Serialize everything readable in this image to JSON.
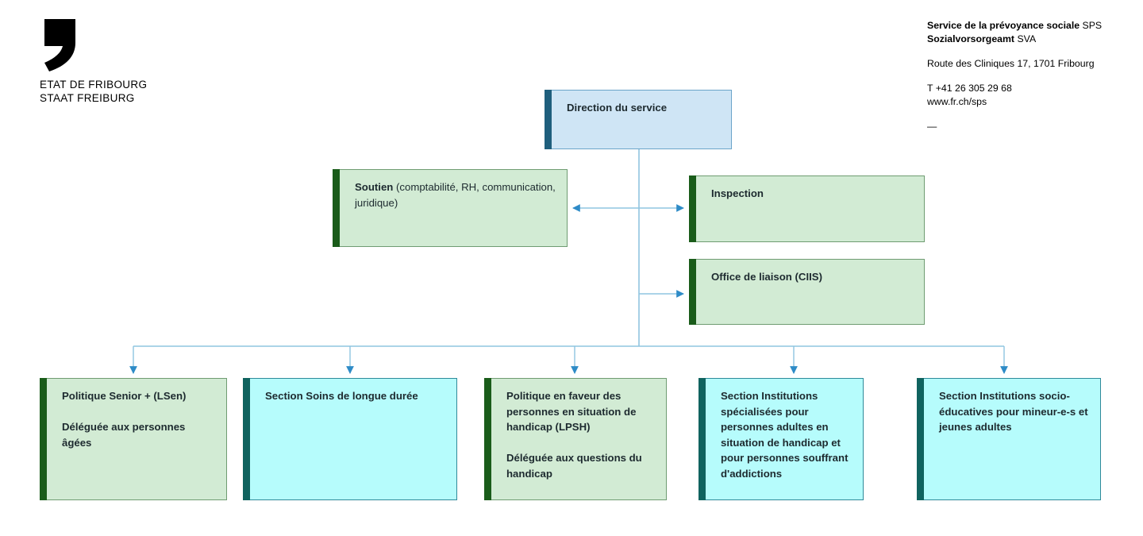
{
  "logo": {
    "mark": "comma-mark-icon",
    "line1": "ETAT DE FRIBOURG",
    "line2": "STAAT FREIBURG"
  },
  "header": {
    "service_fr_bold": "Service de la prévoyance sociale",
    "service_fr_abbr": " SPS",
    "service_de_bold": "Sozialvorsorgeamt",
    "service_de_abbr": " SVA",
    "address": "Route des Cliniques 17, 1701 Fribourg",
    "phone": "T +41 26 305 29 68",
    "website": "www.fr.ch/sps",
    "rule": "—"
  },
  "colors": {
    "blue_fill": "#cfe5f5",
    "blue_bar": "#1f5f7d",
    "blue_border": "#6ba4c9",
    "green_fill": "#d2ebd4",
    "green_bar": "#1a5c1a",
    "green_border": "#6f9c72",
    "cyan_fill": "#b6fcfc",
    "cyan_bar": "#10635f",
    "cyan_border": "#2f8a9a",
    "connector_line": "#8fc5e0",
    "connector_arrow": "#2e8bc7",
    "text": "#1d2a2f"
  },
  "chart_data": {
    "type": "diagram",
    "title": "Organigramme Service de la prévoyance sociale",
    "nodes": [
      {
        "id": "direction",
        "label": "Direction du service",
        "variant": "blue",
        "level": "top"
      },
      {
        "id": "soutien",
        "label_bold": "Soutien",
        "label_rest": " (comptabilité, RH, communication, juridique)",
        "variant": "green",
        "level": "staff-left"
      },
      {
        "id": "inspection",
        "label": "Inspection",
        "variant": "green",
        "level": "staff-right"
      },
      {
        "id": "office-liaison",
        "label": "Office de liaison (CIIS)",
        "variant": "green",
        "level": "staff-right"
      },
      {
        "id": "politique-senior",
        "label": "Politique Senior + (LSen)\n\nDéléguée aux personnes âgées",
        "variant": "green",
        "level": "unit"
      },
      {
        "id": "soins-longue-duree",
        "label": "Section Soins de longue durée",
        "variant": "cyan",
        "level": "unit"
      },
      {
        "id": "politique-handicap",
        "label": "Politique en faveur des personnes en situation de handicap (LPSH)\n\nDéléguée aux questions du handicap",
        "variant": "green",
        "level": "unit"
      },
      {
        "id": "institutions-specialisees",
        "label": "Section Institutions spécialisées pour personnes adultes en situation de handicap et pour personnes souffrant d'addictions",
        "variant": "cyan",
        "level": "unit"
      },
      {
        "id": "institutions-socio-educatives",
        "label": "Section Institutions socio-éducatives pour mineur-e-s et jeunes adultes",
        "variant": "cyan",
        "level": "unit"
      }
    ],
    "edges": [
      {
        "from": "direction",
        "to": "soutien",
        "style": "double-arrow"
      },
      {
        "from": "direction",
        "to": "inspection",
        "style": "double-arrow"
      },
      {
        "from": "direction",
        "to": "office-liaison",
        "style": "single-arrow"
      },
      {
        "from": "direction",
        "to": "politique-senior",
        "style": "single-arrow"
      },
      {
        "from": "direction",
        "to": "soins-longue-duree",
        "style": "single-arrow"
      },
      {
        "from": "direction",
        "to": "politique-handicap",
        "style": "single-arrow"
      },
      {
        "from": "direction",
        "to": "institutions-specialisees",
        "style": "single-arrow"
      },
      {
        "from": "direction",
        "to": "institutions-socio-educatives",
        "style": "single-arrow"
      }
    ]
  }
}
